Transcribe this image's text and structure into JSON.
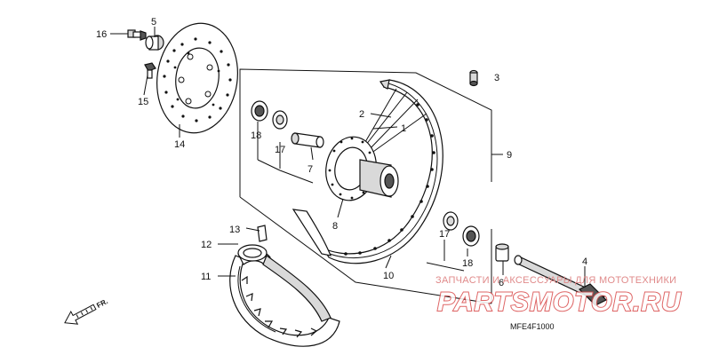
{
  "callouts": {
    "n1": "1",
    "n2": "2",
    "n3": "3",
    "n4": "4",
    "n5": "5",
    "n6": "6",
    "n7": "7",
    "n8": "8",
    "n9": "9",
    "n10": "10",
    "n11": "11",
    "n12": "12",
    "n13": "13",
    "n14": "14",
    "n15": "15",
    "n16": "16",
    "n17a": "17",
    "n17b": "17",
    "n18a": "18",
    "n18b": "18"
  },
  "direction_label": "FR.",
  "diagram_code": "MFE4F1000",
  "watermark": {
    "tagline": "ЗАПЧАСТИ И АКСЕССУАРЫ ДЛЯ МОТОТЕХНИКИ",
    "brand": "PARTSMOTOR.RU"
  },
  "colors": {
    "line": "#111111",
    "watermark_red": "#d94a4a"
  }
}
